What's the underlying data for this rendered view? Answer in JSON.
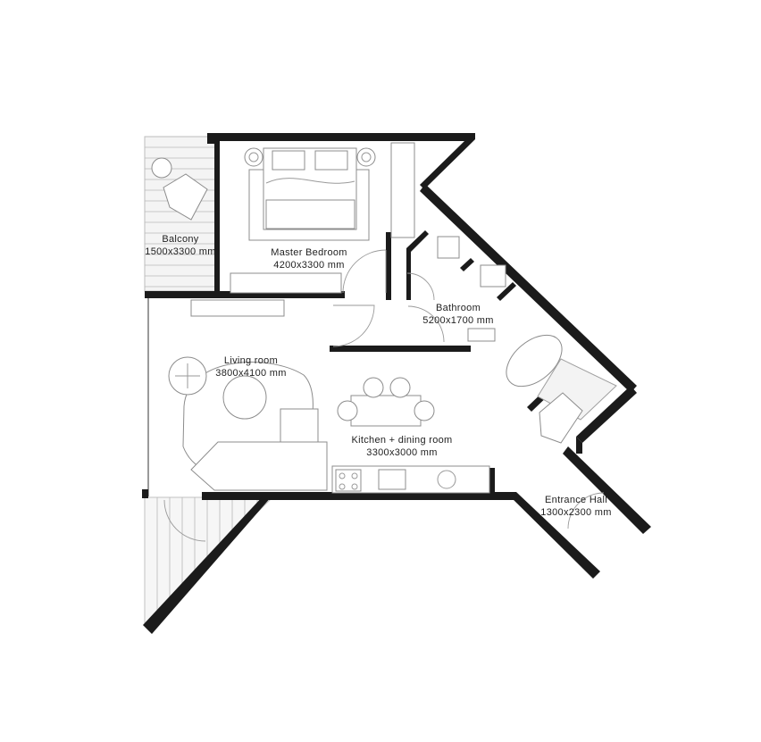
{
  "rooms": [
    {
      "name": "Balcony",
      "size": "1500x3300 mm"
    },
    {
      "name": "Master  Bedroom",
      "size": "4200x3300 mm"
    },
    {
      "name": "Bathroom",
      "size": "5200x1700 mm"
    },
    {
      "name": "Living room",
      "size": "3800x4100 mm"
    },
    {
      "name": "Kitchen + dining room",
      "size": "3300x3000 mm"
    },
    {
      "name": "Entrance Hall",
      "size": "1300x2300 mm"
    }
  ],
  "colors": {
    "wall": "#1b1b1b",
    "line": "#9a9a9a",
    "background": "#ffffff"
  }
}
